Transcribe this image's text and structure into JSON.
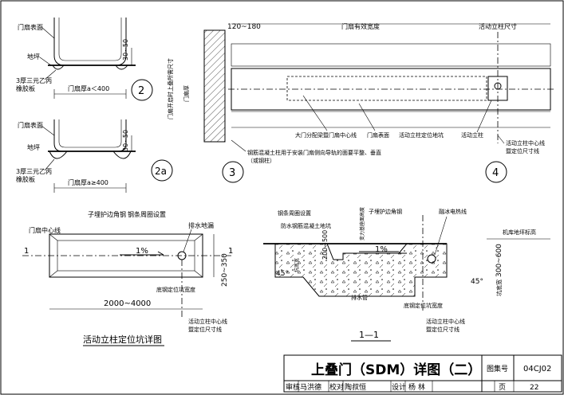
{
  "detail2": {
    "door_surface": "门扇表面",
    "floor": "地坪",
    "rubber_strip": "3厚三元乙丙\n橡胶板",
    "dim_30_50": "30~50",
    "thickness": "门扇厚a＜400",
    "callout": "2"
  },
  "detail2a": {
    "door_surface": "门扇表面",
    "floor": "地坪",
    "rubber_strip": "3厚三元乙丙\n橡胶板",
    "dim_30_50": "30~50",
    "thickness": "门扇厚a≥400",
    "callout": "2a"
  },
  "detail3": {
    "dim_120_180": "120~180",
    "width_label": "门扇有效宽度",
    "side_label": "门扇开启时上叠所需尺寸",
    "door_thickness": "门扇厚",
    "center_line": "大门分配梁暨门扇中心线",
    "door_surface": "门扇表面",
    "column_note": "钢筋混凝土柱用于安装门扇侧向导轨的面要平整、垂直",
    "column_note2": "（或钢柱）",
    "callout": "3"
  },
  "detail4": {
    "column_size": "活动立柱尺寸",
    "pit_line": "活动立柱定位地坑",
    "column": "活动立柱",
    "center_line": "活动立柱中心线",
    "center_line2": "暨定位尺寸线",
    "callout": "4"
  },
  "pit_plan": {
    "door_center": "门扇中心线",
    "angle_steel": "子埋护边角钢",
    "rebar": "钢条周圈设置",
    "drain": "排水地漏",
    "slope": "1%",
    "mark_left": "1",
    "mark_right": "1",
    "dim_250_350": "250~350",
    "bottom_width": "底钢定位坑宽度",
    "dim_2000_4000": "2000~4000",
    "center_line": "活动立柱中心线",
    "center_line2": "暨定位尺寸线",
    "title": "活动立柱定位坑详图"
  },
  "section11": {
    "rebar": "钢条周圈设置",
    "angle_steel": "子埋护边角钢",
    "ice_line": "融冰电热线",
    "waterproof": "防水钢筋混凝土地坑",
    "dim_200_500": "200~500",
    "slope_label": "变力基座面高度",
    "slope": "1%",
    "floor_label": "机库地坪标高",
    "dim_300_600": "300~600",
    "pit_width": "坑底宽",
    "angle_45": "45°",
    "angle_45b": "45°",
    "dim_400": "坑底宽",
    "drain_pipe": "排水管",
    "bottom_width": "底钢定位坑宽度",
    "center_line": "活动立柱中心线",
    "center_line2": "暨定位尺寸线",
    "title": "1—1"
  },
  "title_block": {
    "main_title": "上叠门（SDM）详图（二）",
    "atlas_label": "图集号",
    "atlas_no": "04CJ02",
    "review": "审核",
    "reviewer": "马洪德",
    "check": "校对",
    "checker": "陶叔恒",
    "design": "设计",
    "designer": "杨 林",
    "page_label": "页",
    "page_no": "22"
  }
}
